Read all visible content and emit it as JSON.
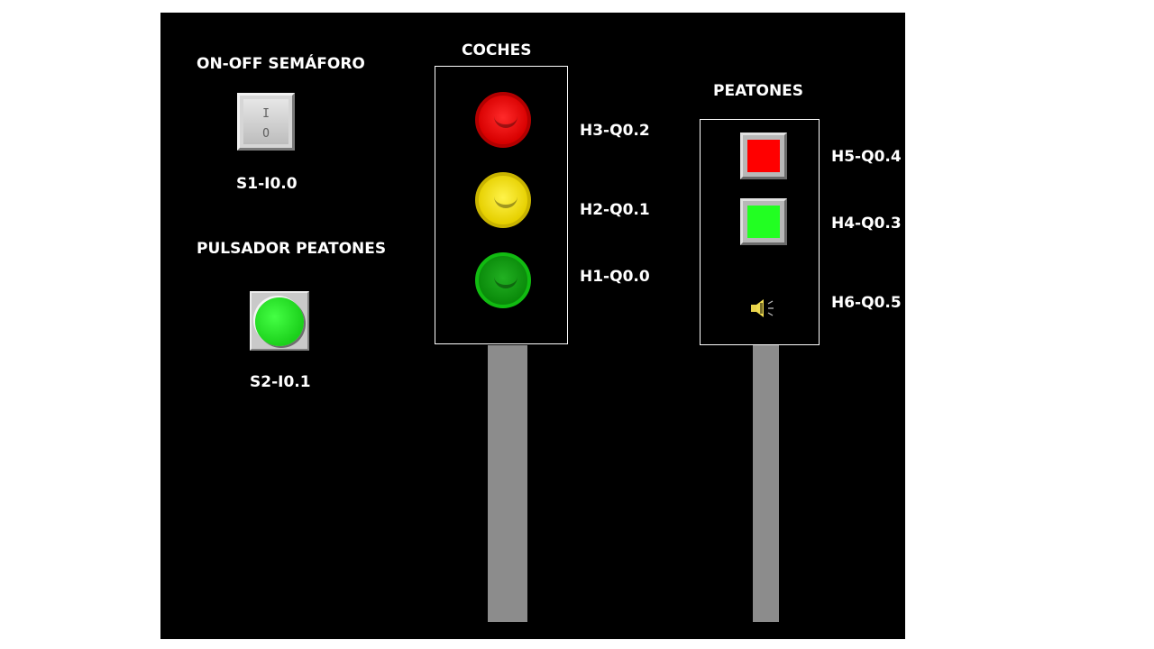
{
  "controls": {
    "onoff_title": "ON-OFF SEMÁFORO",
    "onoff_switch": {
      "top_glyph": "I",
      "bottom_glyph": "O"
    },
    "onoff_tag": "S1-I0.0",
    "pushbutton_title": "PULSADOR PEATONES",
    "pushbutton_tag": "S2-I0.1"
  },
  "car_light": {
    "title": "COCHES",
    "lamps": [
      {
        "color_name": "red",
        "color": "#ff1a1a",
        "tag": "H3-Q0.2"
      },
      {
        "color_name": "yellow",
        "color": "#ffee22",
        "tag": "H2-Q0.1"
      },
      {
        "color_name": "green",
        "color": "#119911",
        "tag": "H1-Q0.0"
      }
    ]
  },
  "ped_light": {
    "title": "PEATONES",
    "lamps": [
      {
        "color_name": "red",
        "color": "#ff0000",
        "tag": "H5-Q0.4"
      },
      {
        "color_name": "green",
        "color": "#22ff22",
        "tag": "H4-Q0.3"
      }
    ],
    "buzzer": {
      "icon": "speaker-icon",
      "tag": "H6-Q0.5"
    }
  },
  "colors": {
    "background": "#000000",
    "text": "#ffffff",
    "pole": "#8c8c8c"
  }
}
